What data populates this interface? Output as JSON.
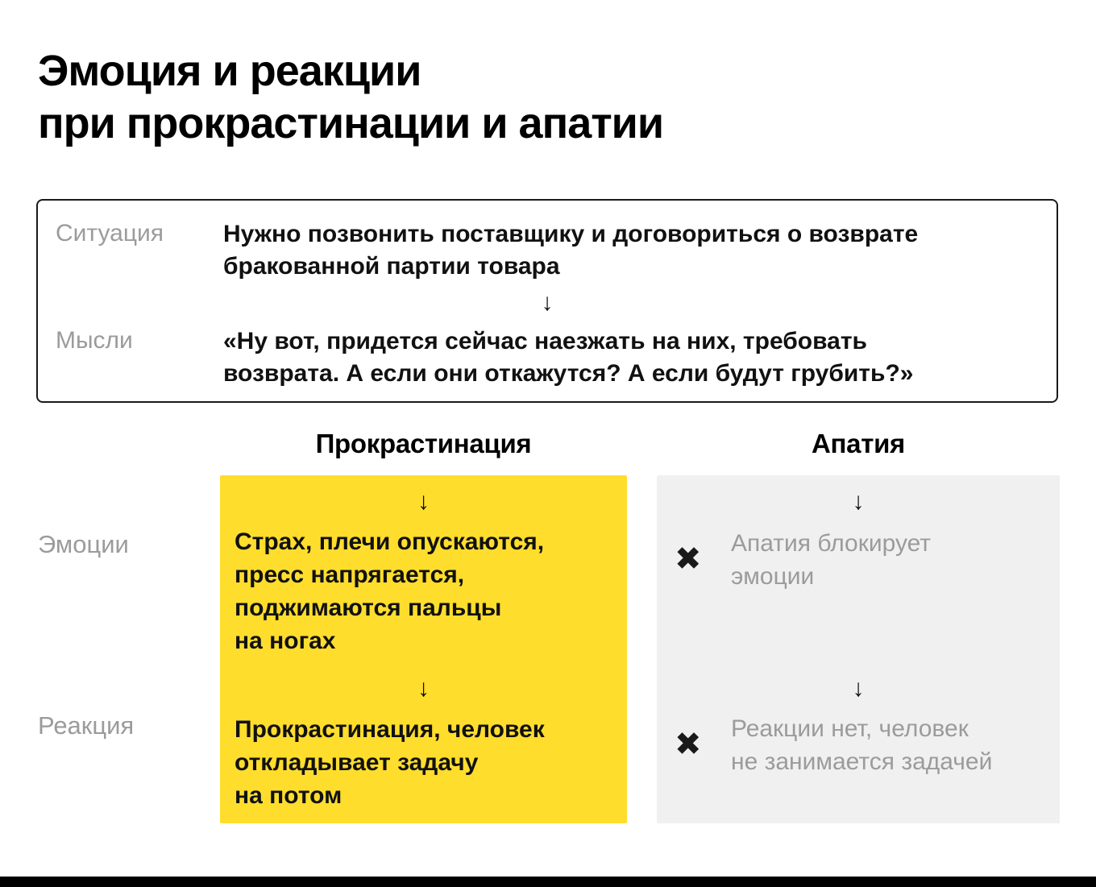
{
  "page": {
    "title": "Эмоция и реакции\nпри прокрастинации и апатии"
  },
  "situation_box": {
    "situation_label": "Ситуация",
    "situation_text": "Нужно позвонить поставщику и договориться о возврате\nбракованной партии товара",
    "arrow_down": "↓",
    "thoughts_label": "Мысли",
    "thoughts_text": "«Ну вот, придется сейчас наезжать на них, требовать\nвозврата. А если они откажутся? А если будут грубить?»"
  },
  "row_labels": {
    "emotions": "Эмоции",
    "reaction": "Реакция"
  },
  "procrastination_column": {
    "header": "Прокрастинация",
    "arrow_down": "↓",
    "emotion_text": "Страх, плечи опускаются,\nпресс напрягается,\nподжимаются пальцы\nна ногах",
    "reaction_text": "Прокрастинация, человек\nоткладывает задачу\nна потом"
  },
  "apathy_column": {
    "header": "Апатия",
    "arrow_down": "↓",
    "cross_icon": "✖",
    "emotion_text": "Апатия блокирует\nэмоции",
    "reaction_text": "Реакции нет, человек\nне занимается задачей"
  },
  "colors": {
    "accent_yellow": "#ffdd2d",
    "apathy_gray_bg": "#f0f0f0",
    "muted_text": "#9b9b9b",
    "text_black": "#111111"
  }
}
